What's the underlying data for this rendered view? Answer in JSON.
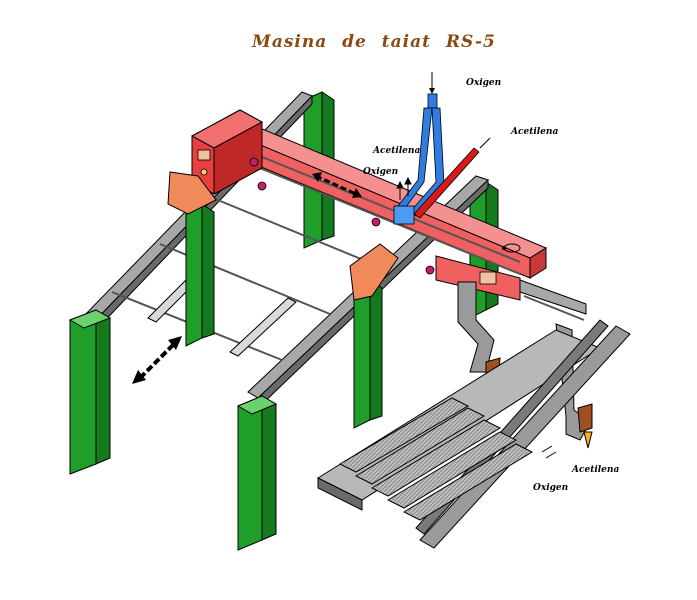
{
  "title": "Masina   de   taiat   RS-5",
  "labels": {
    "oxigen_top": "Oxigen",
    "acetilena_top_right": "Acetilena",
    "acetilena_left": "Acetilena",
    "oxigen_left": "Oxigen",
    "acetilena_bottom": "Acetilena",
    "oxigen_bottom": "Oxigen"
  },
  "colors": {
    "pillar": "#1f9e2a",
    "pillar_top": "#69d16e",
    "beam": "#f05a5a",
    "beam_dark": "#c83a3a",
    "panel": "#e84040",
    "rail": "#9a9a9a",
    "rail_dark": "#555555",
    "pipe_blue": "#2f7de0",
    "pipe_red": "#d81a1a",
    "leg_orange": "#f08a5a"
  }
}
